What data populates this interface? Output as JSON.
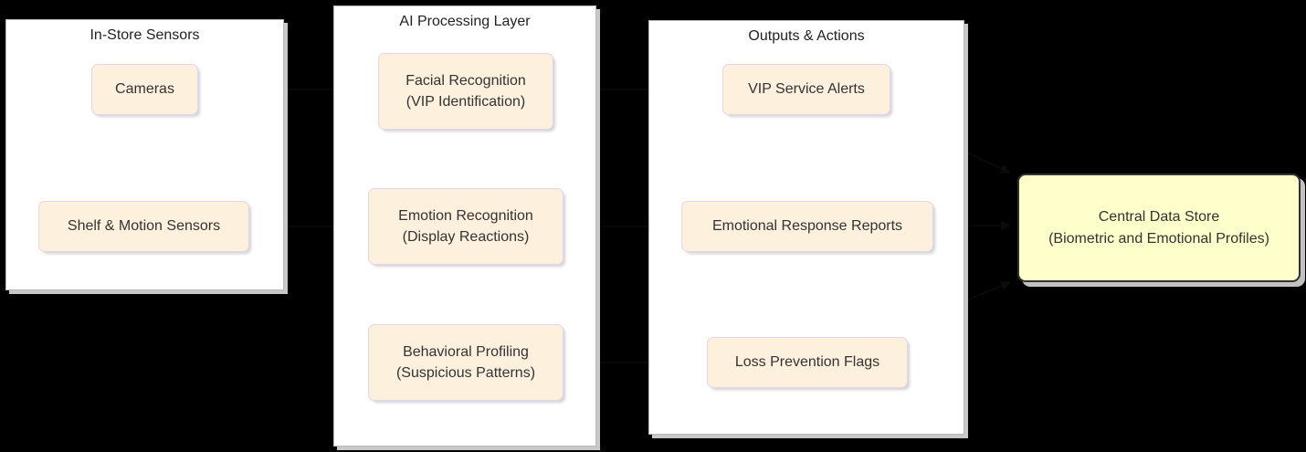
{
  "diagram": {
    "type": "flowchart",
    "direction": "left-to-right",
    "background_color": "#000000",
    "container_fill": "#ffffff",
    "container_border": "#b9b9b9",
    "node_fill": "#fdf0dd",
    "node_border": "#e3d4ee",
    "store_fill": "#ffffcc",
    "store_border": "#333333",
    "edge_color": "#0b0b0b"
  },
  "containers": [
    {
      "id": "in-store-sensors",
      "title": "In-Store Sensors"
    },
    {
      "id": "ai-processing-layer",
      "title": "AI Processing Layer"
    },
    {
      "id": "outputs-actions",
      "title": "Outputs & Actions"
    }
  ],
  "nodes": [
    {
      "id": "cameras",
      "label": "Cameras",
      "group": "in-store-sensors",
      "shape": "rounded"
    },
    {
      "id": "shelf-motion-sensors",
      "label": "Shelf & Motion Sensors",
      "group": "in-store-sensors",
      "shape": "rounded"
    },
    {
      "id": "facial-recognition",
      "label": "Facial Recognition\n(VIP Identification)",
      "group": "ai-processing-layer",
      "shape": "rounded"
    },
    {
      "id": "emotion-recognition",
      "label": "Emotion Recognition\n(Display Reactions)",
      "group": "ai-processing-layer",
      "shape": "rounded"
    },
    {
      "id": "behavioral-profiling",
      "label": "Behavioral Profiling\n(Suspicious Patterns)",
      "group": "ai-processing-layer",
      "shape": "rounded"
    },
    {
      "id": "vip-service-alerts",
      "label": "VIP Service Alerts",
      "group": "outputs-actions",
      "shape": "rounded"
    },
    {
      "id": "emotional-response-reports",
      "label": "Emotional Response Reports",
      "group": "outputs-actions",
      "shape": "rounded"
    },
    {
      "id": "loss-prevention-flags",
      "label": "Loss Prevention Flags",
      "group": "outputs-actions",
      "shape": "rounded"
    },
    {
      "id": "central-data-store",
      "label": "Central Data Store\n(Biometric and Emotional Profiles)",
      "group": null,
      "shape": "store"
    }
  ],
  "edges": [
    {
      "from": "cameras",
      "to": "facial-recognition",
      "arrow": "triangle"
    },
    {
      "from": "shelf-motion-sensors",
      "to": "emotion-recognition",
      "arrow": "triangle"
    },
    {
      "from": "facial-recognition",
      "to": "vip-service-alerts",
      "arrow": "triangle"
    },
    {
      "from": "emotion-recognition",
      "to": "emotional-response-reports",
      "arrow": "triangle"
    },
    {
      "from": "behavioral-profiling",
      "to": "loss-prevention-flags",
      "arrow": "triangle"
    },
    {
      "from": "vip-service-alerts",
      "to": "central-data-store",
      "arrow": "triangle"
    },
    {
      "from": "emotional-response-reports",
      "to": "central-data-store",
      "arrow": "triangle"
    },
    {
      "from": "loss-prevention-flags",
      "to": "central-data-store",
      "arrow": "triangle"
    }
  ]
}
